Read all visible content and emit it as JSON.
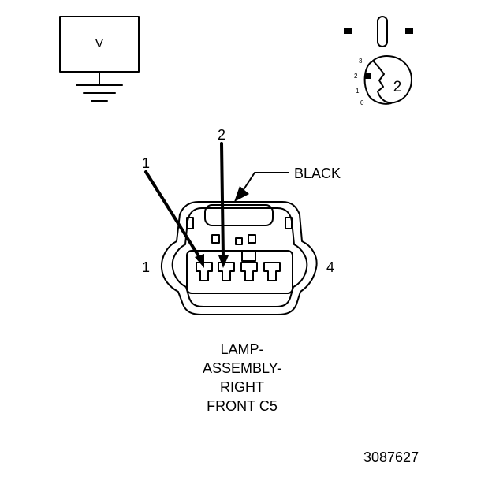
{
  "meter": {
    "symbol": "V"
  },
  "ignition": {
    "positions": [
      "3",
      "2",
      "1",
      "0"
    ],
    "selected": "2"
  },
  "connector": {
    "wire_color": "BLACK",
    "probe_1": "1",
    "probe_2": "2",
    "pin_left": "1",
    "pin_right": "4"
  },
  "caption": {
    "lines": [
      "LAMP-",
      "ASSEMBLY-",
      "RIGHT",
      "FRONT C5"
    ]
  },
  "figure_id": "3087627"
}
